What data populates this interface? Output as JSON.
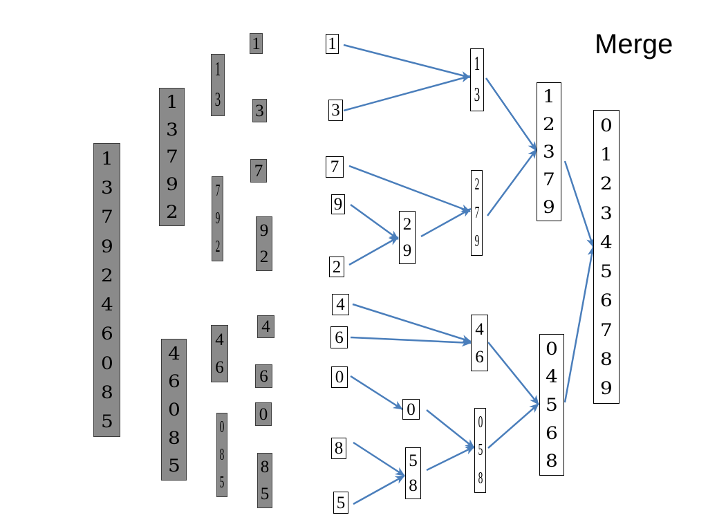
{
  "title": "Merge",
  "colors": {
    "arrow": "#4a7ebb",
    "split_box_fill": "#8a8a8a",
    "split_box_border": "#3c3c3c",
    "merge_box_fill": "#ffffff",
    "merge_box_border": "#000000",
    "digit_text": "#000000"
  },
  "split": {
    "level_0": [
      [
        1,
        3,
        7,
        9,
        2,
        4,
        6,
        0,
        8,
        5
      ]
    ],
    "level_1": [
      [
        1,
        3,
        7,
        9,
        2
      ],
      [
        4,
        6,
        0,
        8,
        5
      ]
    ],
    "level_2": [
      [
        1,
        3
      ],
      [
        7,
        9,
        2
      ],
      [
        4,
        6
      ],
      [
        0,
        8,
        5
      ]
    ],
    "level_3": [
      [
        1
      ],
      [
        3
      ],
      [
        7
      ],
      [
        9,
        2
      ],
      [
        4
      ],
      [
        6
      ],
      [
        0
      ],
      [
        8,
        5
      ]
    ]
  },
  "merge": {
    "singles": [
      [
        1
      ],
      [
        3
      ],
      [
        7
      ],
      [
        9
      ],
      [
        2
      ],
      [
        4
      ],
      [
        6
      ],
      [
        0
      ],
      [
        8
      ],
      [
        5
      ]
    ],
    "pairs": [
      [
        2,
        9
      ],
      [
        0
      ],
      [
        5,
        8
      ]
    ],
    "level_2": [
      [
        1,
        3
      ],
      [
        2,
        7,
        9
      ],
      [
        4,
        6
      ],
      [
        0,
        5,
        8
      ]
    ],
    "level_3": [
      [
        1,
        2,
        3,
        7,
        9
      ],
      [
        0,
        4,
        5,
        6,
        8
      ]
    ],
    "result": [
      0,
      1,
      2,
      3,
      4,
      5,
      6,
      7,
      8,
      9
    ]
  }
}
